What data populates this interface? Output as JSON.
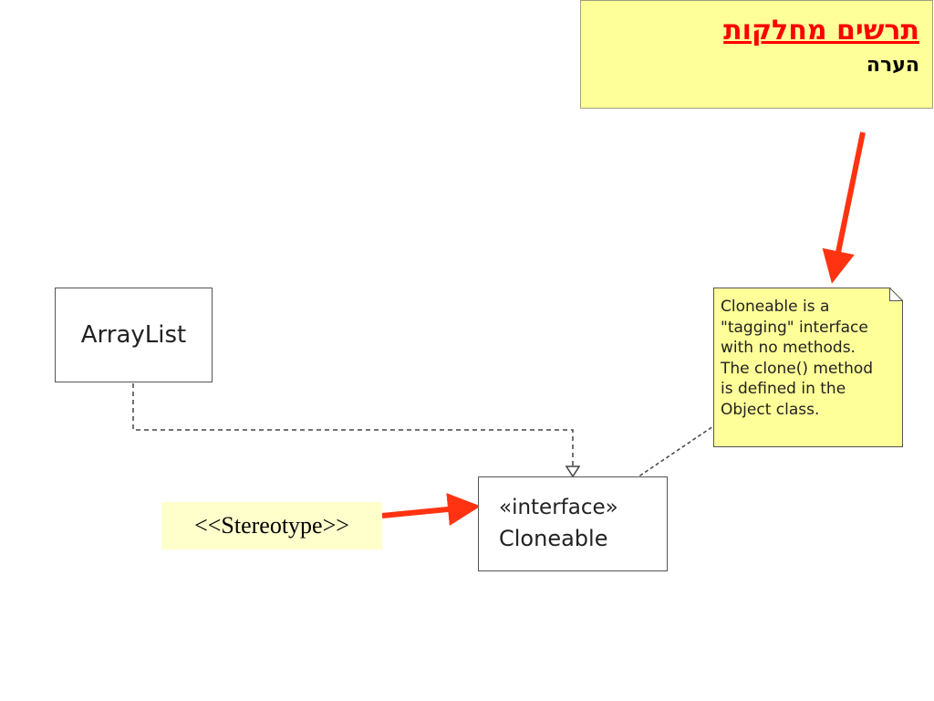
{
  "slide": {
    "title": "תרשים מחלקות",
    "subtitle": "הערה"
  },
  "diagram": {
    "class_arraylist": "ArrayList",
    "interface_stereotype": "«interface»",
    "interface_name": "Cloneable",
    "note_lines": [
      "Cloneable is a",
      "\"tagging\" interface",
      "with no methods.",
      "The clone() method",
      "is defined in the",
      "Object class."
    ],
    "stereotype_callout": "<<Stereotype>>"
  },
  "colors": {
    "title_red": "#ff0000",
    "title_box_yellow": "#ffff99",
    "note_yellow": "#ffff99",
    "callout_yellow": "#ffffcc",
    "arrow_red": "#ff3311"
  }
}
